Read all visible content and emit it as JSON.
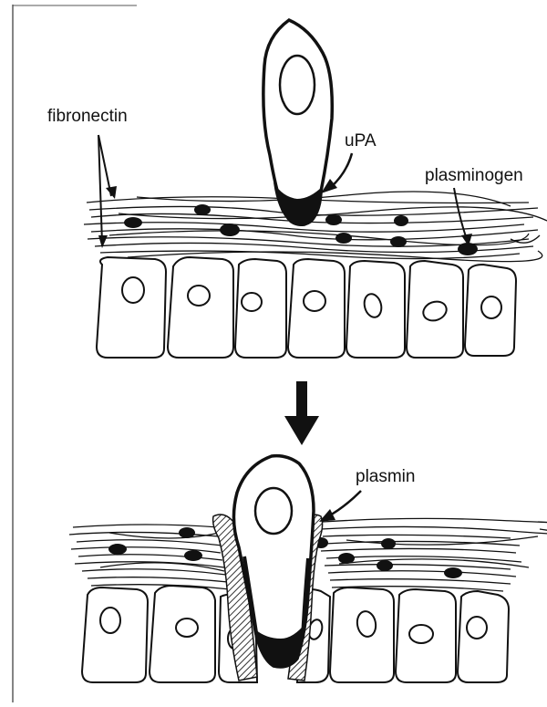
{
  "labels": {
    "fibronectin": "fibronectin",
    "upa": "uPA",
    "plasminogen": "plasminogen",
    "plasmin": "plasmin"
  },
  "colors": {
    "ink": "#111111",
    "paper": "#ffffff",
    "hatch": "#444444"
  }
}
